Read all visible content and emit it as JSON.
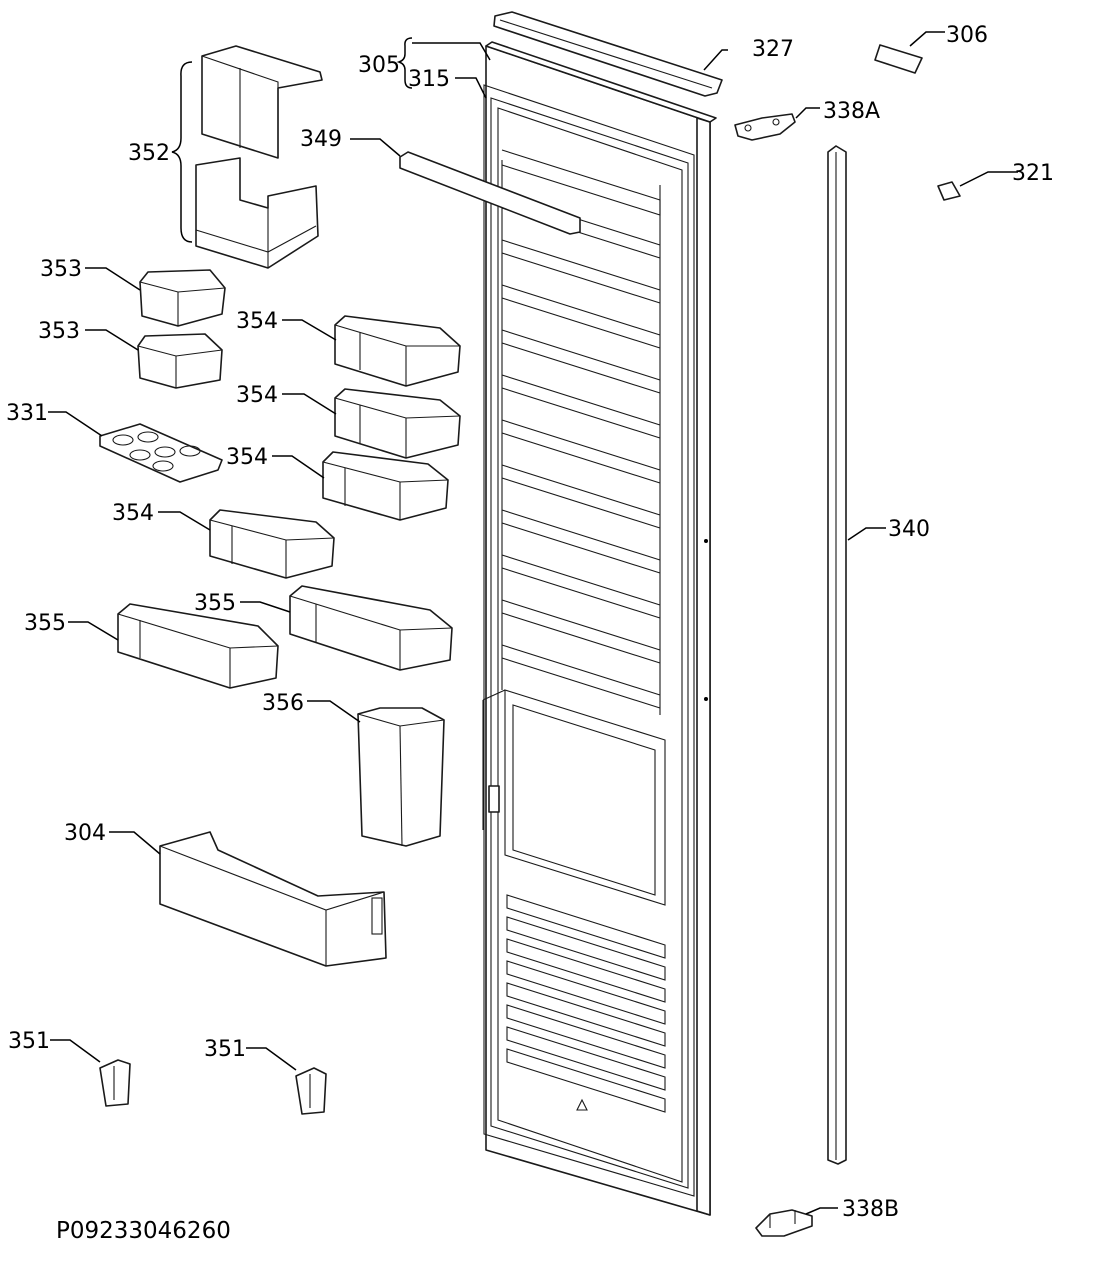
{
  "document_code": "P09233046260",
  "labels": {
    "l305": "305",
    "l315": "315",
    "l327": "327",
    "l306": "306",
    "l338a": "338A",
    "l321": "321",
    "l349": "349",
    "l352": "352",
    "l353a": "353",
    "l353b": "353",
    "l354a": "354",
    "l354b": "354",
    "l354c": "354",
    "l354d": "354",
    "l331": "331",
    "l355a": "355",
    "l355b": "355",
    "l356": "356",
    "l340": "340",
    "l304": "304",
    "l351a": "351",
    "l351b": "351",
    "l338b": "338B"
  }
}
